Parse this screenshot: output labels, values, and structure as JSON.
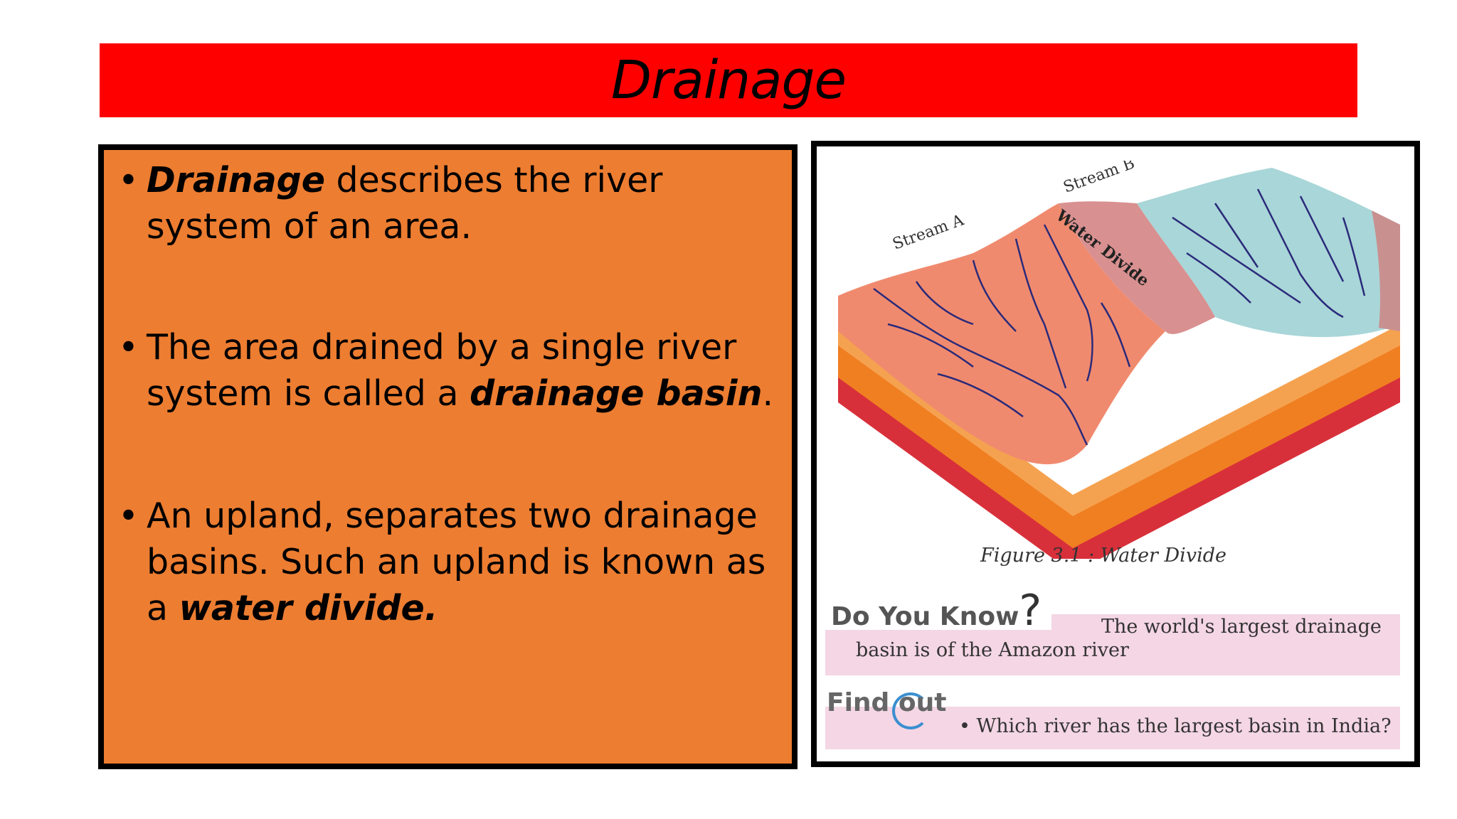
{
  "title": "Drainage",
  "bullets": [
    {
      "marker": "•",
      "lead_bold": "Drainage",
      "rest": " describes the river system of an area."
    },
    {
      "marker": "•",
      "pre": "The area drained by a single river system is called a ",
      "bold": "drainage basin",
      "post": "."
    },
    {
      "marker": "•",
      "pre": "An upland, separates two drainage basins. Such an upland is known as a ",
      "bold": "water divide."
    }
  ],
  "figure": {
    "label_stream_a": "Stream A",
    "label_stream_b": "Stream B",
    "label_water_divide": "Water Divide",
    "caption": "Figure 3.1 : Water Divide",
    "do_you_know": {
      "heading": "Do You Know",
      "heading_mark": "?",
      "line1": "The world's largest drainage",
      "line2": "basin is of the Amazon river"
    },
    "find_out": {
      "heading": "Find out",
      "item": "• Which river has the largest basin in India?"
    }
  },
  "colors": {
    "banner": "#ff0000",
    "text_box": "#ed7d31",
    "pink_band": "#f4d6e4",
    "terrain_top_left": "#f08a6e",
    "terrain_top_right": "#a9d6d8",
    "terrain_ridge": "#d99090",
    "layer_orange": "#f07f22",
    "layer_red": "#d8303a",
    "river": "#2a2a7a"
  }
}
